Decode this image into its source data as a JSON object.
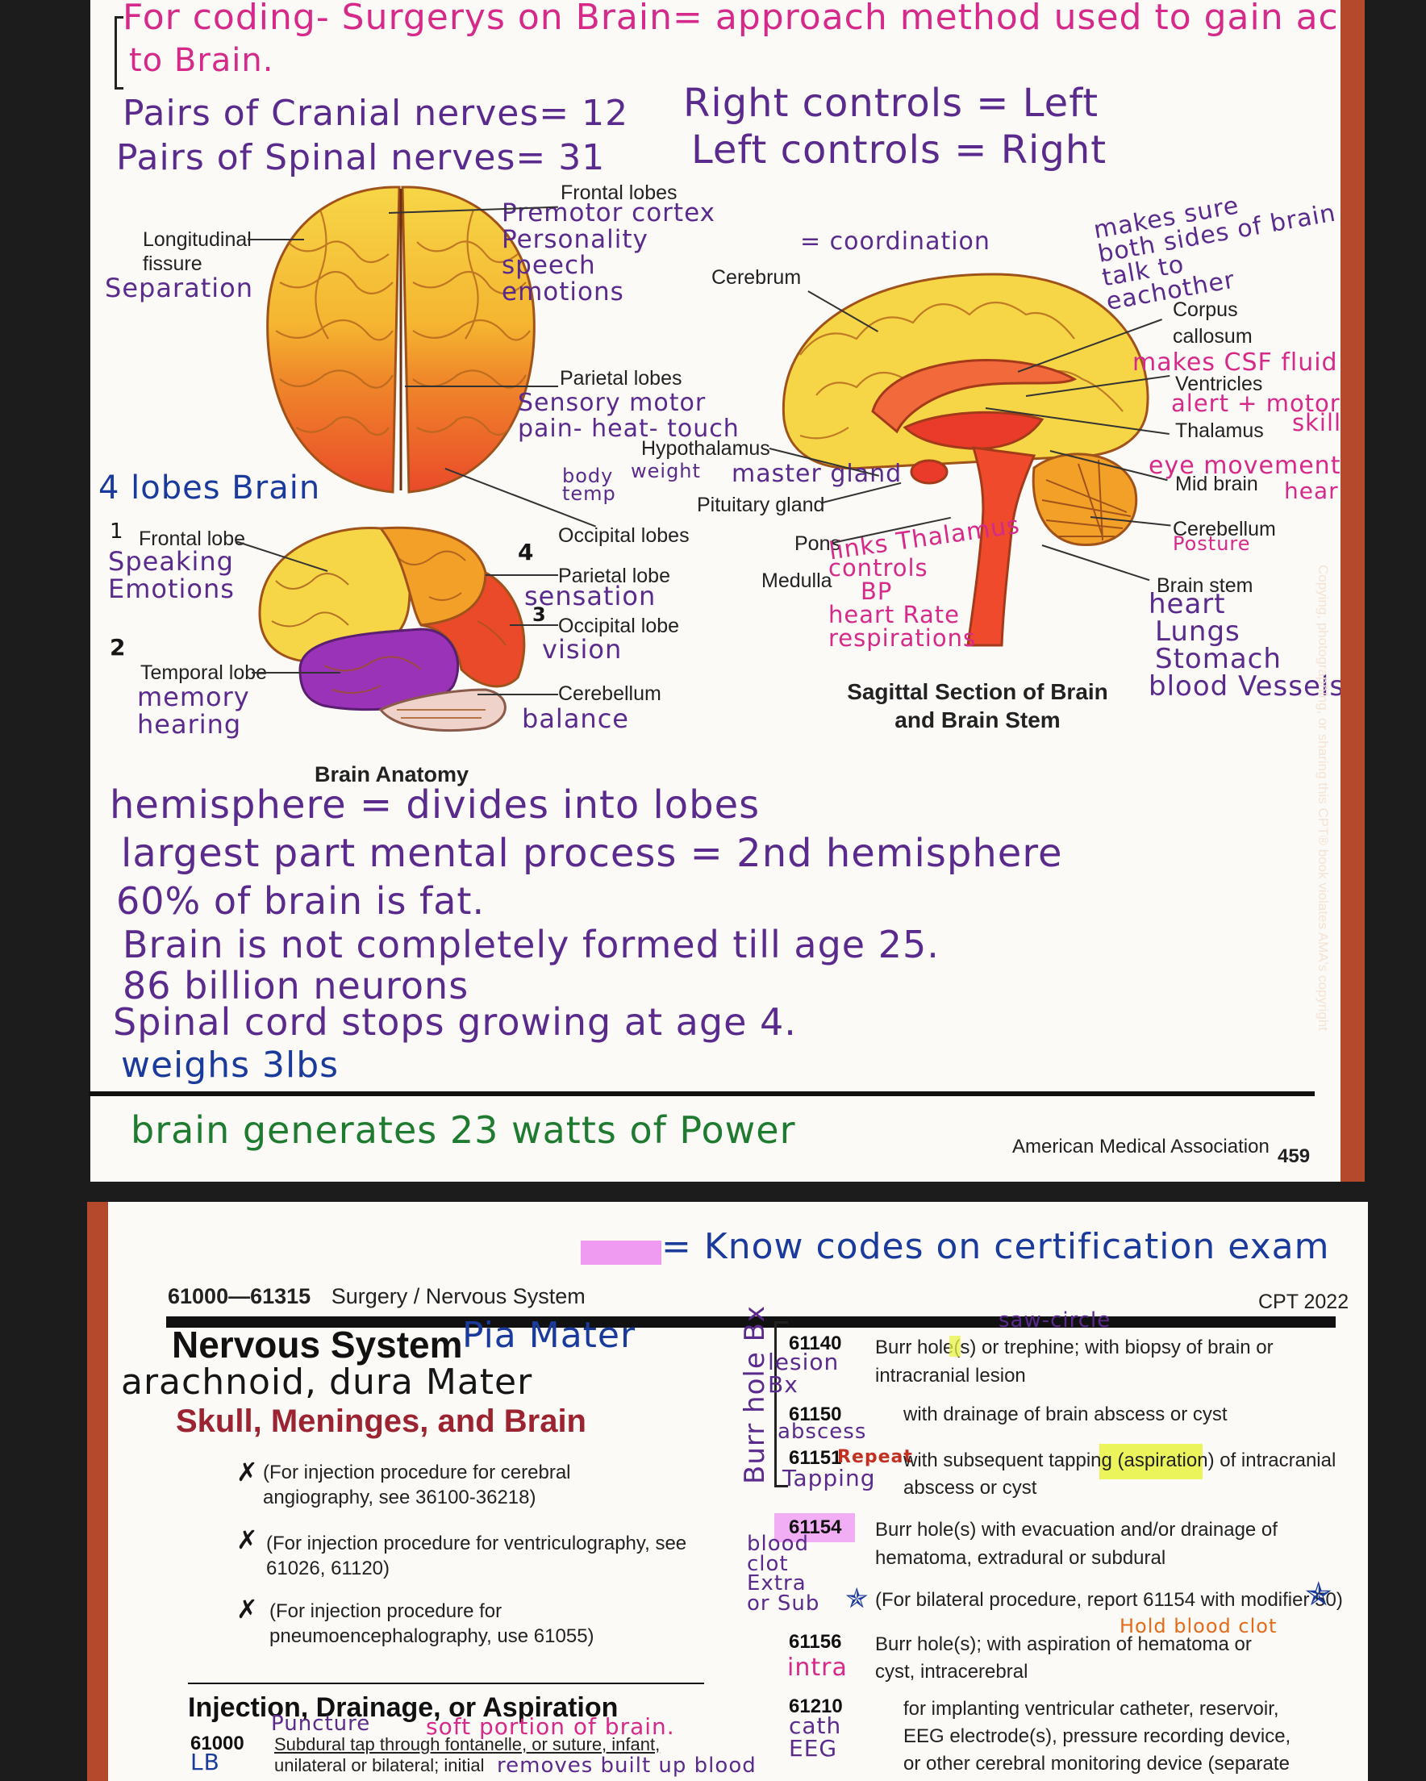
{
  "page1": {
    "header_note_line1": "For coding- Surgerys on Brain= approach method used to gain access",
    "header_note_line2": "to Brain.",
    "cranial_nerves": "Pairs of Cranial nerves= 12",
    "spinal_nerves": "Pairs of Spinal nerves= 31",
    "right_controls": "Right controls = Left",
    "left_controls": "Left controls = Right",
    "top_view": {
      "longitudinal_fissure": "Longitudinal fissure",
      "separation_note": "Separation",
      "frontal_lobes": "Frontal lobes",
      "frontal_note": [
        "Premotor cortex",
        "Personality",
        "speech",
        "emotions"
      ],
      "parietal_lobes": "Parietal lobes",
      "parietal_note": [
        "Sensory motor",
        "pain- heat- touch"
      ],
      "occipital_lobes": "Occipital lobes"
    },
    "side_view": {
      "four_lobes_note": "4 lobes Brain",
      "frontal_lobe": "Frontal lobe",
      "frontal_note": [
        "Speaking",
        "Emotions"
      ],
      "num1": "1",
      "num2": "2",
      "num3": "3",
      "num4": "4",
      "parietal_lobe": "Parietal lobe",
      "parietal_note": "sensation",
      "occipital_lobe": "Occipital lobe",
      "occipital_note": "vision",
      "temporal_lobe": "Temporal lobe",
      "temporal_note": [
        "memory",
        "hearing"
      ],
      "cerebellum": "Cerebellum",
      "cerebellum_note": "balance"
    },
    "brain_anatomy_title": "Brain Anatomy",
    "sagittal": {
      "cerebrum": "Cerebrum",
      "cerebrum_note": "= coordination",
      "corpus_callosum": "Corpus callosum",
      "corpus_note": [
        "makes sure",
        "both sides of brain",
        "talk to",
        "eachother"
      ],
      "ventricles": "Ventricles",
      "ventricles_note": "makes CSF fluid",
      "thalamus": "Thalamus",
      "thalamus_note": [
        "alert + motor",
        "skills"
      ],
      "hypothalamus": "Hypothalamus",
      "hypothalamus_note": [
        "body",
        "temp",
        "weight"
      ],
      "midbrain": "Mid brain",
      "midbrain_note": [
        "eye movement",
        "hear"
      ],
      "pituitary": "Pituitary gland",
      "pituitary_note": "master gland",
      "cerebellum": "Cerebellum",
      "cerebellum_note": "Posture",
      "pons": "Pons",
      "pons_note": "links Thalamus",
      "medulla": "Medulla",
      "medulla_note": [
        "controls",
        "BP",
        "heart Rate",
        "respirations"
      ],
      "brain_stem": "Brain stem",
      "brain_stem_note": [
        "heart",
        "Lungs",
        "Stomach",
        "blood Vessels"
      ],
      "title_line1": "Sagittal Section of Brain",
      "title_line2": "and Brain Stem"
    },
    "notes": [
      "hemisphere = divides into lobes",
      "largest part mental process = 2nd hemisphere",
      "60% of brain is fat.",
      "Brain is not completely formed till age 25.",
      "86 billion neurons",
      "Spinal cord stops growing at age 4.",
      "weighs 3lbs"
    ],
    "power_note": "brain generates 23 watts of Power",
    "footer_publisher": "American Medical Association",
    "footer_page": "459",
    "edge_text": "Copying, photographing, or sharing this CPT® book violates AMA's copyright"
  },
  "page2": {
    "top_note": "= Know codes on certification exam",
    "range": "61000—61315",
    "section": "Surgery / Nervous System",
    "cpt_year": "CPT 2022",
    "nervous_system": "Nervous System",
    "pia_note": "Pia Mater",
    "meninges_note": "arachnoid, dura Mater",
    "skull_heading": "Skull, Meninges, and Brain",
    "instructions": [
      "(For injection procedure for cerebral angiography, see 36100-36218)",
      "(For injection procedure for ventriculography, see 61026, 61120)",
      "(For injection procedure for pneumoencephalography, use 61055)"
    ],
    "injection_heading": "Injection, Drainage, or Aspiration",
    "code_61000": "61000",
    "code_61000_note": "LB",
    "code_61000_desc": "Subdural tap through fontanelle, or suture, infant,",
    "code_61000_desc2": "unilateral or bilateral; initial",
    "puncture_note": "Puncture",
    "soft_note": "soft portion of brain.",
    "removes_note": "removes built up blood",
    "burr_side_note": "Burr hole Bx",
    "codes": [
      {
        "code": "61140",
        "desc": "Burr hole(s) or trephine; with biopsy of brain or intracranial lesion",
        "note": "lesion Bx"
      },
      {
        "code": "61150",
        "desc": "with drainage of brain abscess or cyst",
        "note": "abscess"
      },
      {
        "code": "61151",
        "desc": "with subsequent tapping (aspiration) of intracranial abscess or cyst",
        "note": "Tapping",
        "note2": "Repeat"
      },
      {
        "code": "61154",
        "desc": "Burr hole(s) with evacuation and/or drainage of hematoma, extradural or subdural",
        "note": "blood clot Extra or Sub"
      },
      {
        "code": "61156",
        "desc": "Burr hole(s); with aspiration of hematoma or cyst, intracerebral",
        "note": "intra"
      },
      {
        "code": "61210",
        "desc": "for implanting ventricular catheter, reservoir, EEG electrode(s), pressure recording device, or other cerebral monitoring device (separate procedure)",
        "note": "cath EEG"
      }
    ],
    "saw_note": "saw-circle",
    "bilateral_note": "(For bilateral procedure, report 61154 with modifier 50)",
    "blood_clot_note": "Hold blood clot"
  }
}
